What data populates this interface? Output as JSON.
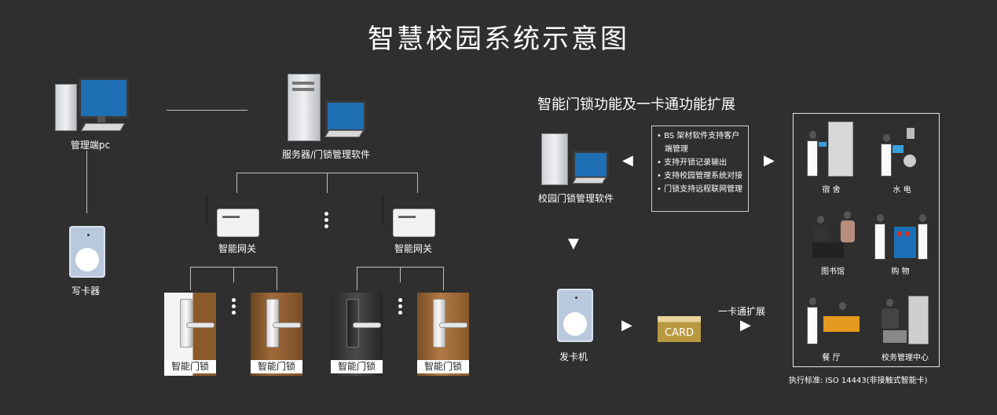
{
  "title": "智慧校园系统示意图",
  "left": {
    "admin_pc_label": "管理端pc",
    "server_label": "服务器/门锁管理软件",
    "card_writer_label": "写卡器",
    "gateway_label_1": "智能网关",
    "gateway_label_2": "智能网关",
    "door_labels": [
      "智能门锁",
      "智能门锁",
      "智能门锁",
      "智能门锁"
    ]
  },
  "right": {
    "heading": "智能门锁功能及一卡通功能扩展",
    "campus_software_label": "校园门锁管理软件",
    "features": [
      "• BS 架材软件支持客户",
      "  端管理",
      "• 支持开锁记录输出",
      "• 支持校园管理系统对接",
      "• 门锁支持远程联网管理"
    ],
    "card_issuer_label": "发卡机",
    "card_text": "CARD",
    "one_card_label": "一卡通扩展",
    "scenes": {
      "dorm": "宿 舍",
      "utilities": "水 电",
      "library": "图书馆",
      "shopping": "购 物",
      "canteen": "餐 厅",
      "admin_center": "校务管理中心"
    },
    "standard": "执行标准: ISO 14443(非接触式智能卡)"
  },
  "colors": {
    "background": "#2f2f2f",
    "monitor_blue": "#1e6fb3",
    "card_gold": "#b8993f",
    "reader_blue": "#b9c9dd",
    "shop_blue": "#1a6fb5",
    "shop_red": "#d32f2f",
    "canteen_orange": "#e39a1e"
  },
  "icons": [
    "desktop-pc-icon",
    "server-tower-icon",
    "gateway-device-icon",
    "card-reader-icon",
    "door-lock-icon",
    "arrow-right-icon",
    "arrow-left-icon",
    "arrow-down-icon",
    "card-icon"
  ]
}
